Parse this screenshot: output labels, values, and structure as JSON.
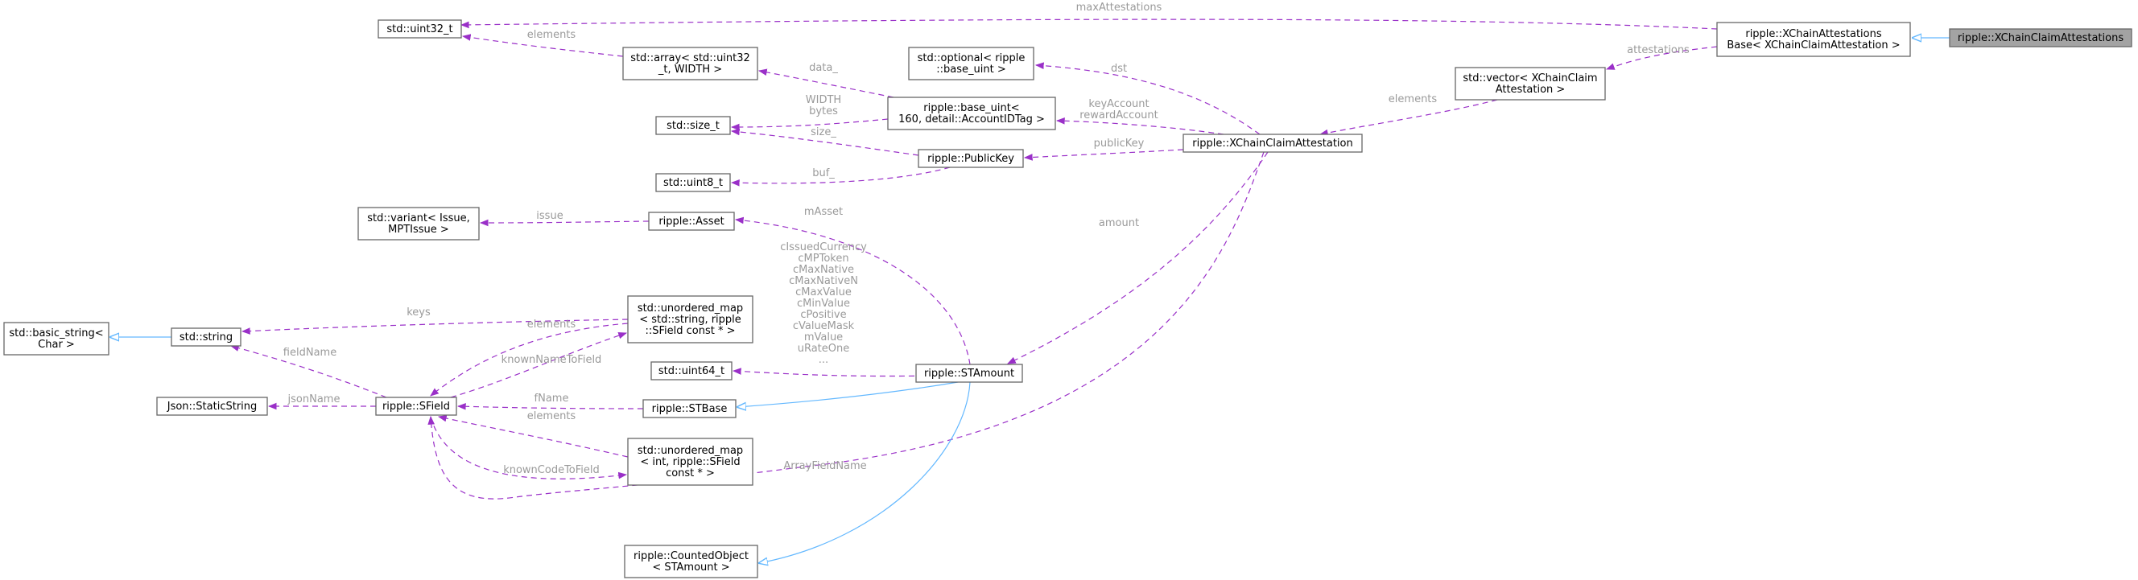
{
  "nodes": [
    {
      "id": "root",
      "lines": [
        "ripple::XChainClaimAttestations"
      ],
      "highlighted": true
    },
    {
      "id": "base",
      "lines": [
        "ripple::XChainAttestations",
        "Base< XChainClaimAttestation >"
      ]
    },
    {
      "id": "uint32",
      "lines": [
        "std::uint32_t"
      ]
    },
    {
      "id": "vector",
      "lines": [
        "std::vector< XChainClaim",
        "Attestation >"
      ]
    },
    {
      "id": "array",
      "lines": [
        "std::array< std::uint32",
        "_t, WIDTH >"
      ]
    },
    {
      "id": "optional",
      "lines": [
        "std::optional< ripple",
        "::base_uint >"
      ]
    },
    {
      "id": "attestation",
      "lines": [
        "ripple::XChainClaimAttestation"
      ]
    },
    {
      "id": "baseuint",
      "lines": [
        "ripple::base_uint<",
        " 160, detail::AccountIDTag >"
      ]
    },
    {
      "id": "sizet",
      "lines": [
        "std::size_t"
      ]
    },
    {
      "id": "publickey",
      "lines": [
        "ripple::PublicKey"
      ]
    },
    {
      "id": "uint8",
      "lines": [
        "std::uint8_t"
      ]
    },
    {
      "id": "variant",
      "lines": [
        "std::variant< Issue,",
        "MPTIssue >"
      ]
    },
    {
      "id": "asset",
      "lines": [
        "ripple::Asset"
      ]
    },
    {
      "id": "basicstring",
      "lines": [
        "std::basic_string<",
        "Char >"
      ]
    },
    {
      "id": "string",
      "lines": [
        "std::string"
      ]
    },
    {
      "id": "umap1",
      "lines": [
        "std::unordered_map",
        "< std::string, ripple",
        "::SField const * >"
      ]
    },
    {
      "id": "uint64",
      "lines": [
        "std::uint64_t"
      ]
    },
    {
      "id": "stamount",
      "lines": [
        "ripple::STAmount"
      ]
    },
    {
      "id": "staticstring",
      "lines": [
        "Json::StaticString"
      ]
    },
    {
      "id": "sfield",
      "lines": [
        "ripple::SField"
      ]
    },
    {
      "id": "stbase",
      "lines": [
        "ripple::STBase"
      ]
    },
    {
      "id": "umap2",
      "lines": [
        "std::unordered_map",
        "< int, ripple::SField",
        " const * >"
      ]
    },
    {
      "id": "counted",
      "lines": [
        "ripple::CountedObject",
        "< STAmount >"
      ]
    }
  ],
  "edges": [
    {
      "id": "e-root-base",
      "kind": "inherit",
      "from": "root",
      "to": "base",
      "label": []
    },
    {
      "id": "e-maxatt",
      "kind": "member",
      "from": "base",
      "to": "uint32",
      "label": [
        "maxAttestations"
      ]
    },
    {
      "id": "e-attestations",
      "kind": "member",
      "from": "base",
      "to": "vector",
      "label": [
        "attestations"
      ]
    },
    {
      "id": "e-vec-elements",
      "kind": "member",
      "from": "vector",
      "to": "attestation",
      "label": [
        "elements"
      ]
    },
    {
      "id": "e-arr-elements",
      "kind": "member",
      "from": "array",
      "to": "uint32",
      "label": [
        "elements"
      ]
    },
    {
      "id": "e-dst",
      "kind": "member",
      "from": "attestation",
      "to": "optional",
      "label": [
        "dst"
      ]
    },
    {
      "id": "e-keyaccount",
      "kind": "member",
      "from": "attestation",
      "to": "baseuint",
      "label": [
        "keyAccount",
        "rewardAccount"
      ]
    },
    {
      "id": "e-publickey",
      "kind": "member",
      "from": "attestation",
      "to": "publickey",
      "label": [
        "publicKey"
      ]
    },
    {
      "id": "e-amount",
      "kind": "member",
      "from": "attestation",
      "to": "stamount",
      "label": [
        "amount"
      ]
    },
    {
      "id": "e-arrayfieldname",
      "kind": "member",
      "from": "attestation",
      "to": "sfield",
      "label": [
        "ArrayFieldName"
      ]
    },
    {
      "id": "e-data",
      "kind": "member",
      "from": "baseuint",
      "to": "array",
      "label": [
        "data_"
      ]
    },
    {
      "id": "e-width",
      "kind": "member",
      "from": "baseuint",
      "to": "sizet",
      "label": [
        "WIDTH",
        "bytes"
      ]
    },
    {
      "id": "e-size",
      "kind": "member",
      "from": "publickey",
      "to": "sizet",
      "label": [
        "size_"
      ]
    },
    {
      "id": "e-buf",
      "kind": "member",
      "from": "publickey",
      "to": "uint8",
      "label": [
        "buf_"
      ]
    },
    {
      "id": "e-masset",
      "kind": "member",
      "from": "stamount",
      "to": "asset",
      "label": [
        "mAsset"
      ]
    },
    {
      "id": "e-issue",
      "kind": "member",
      "from": "asset",
      "to": "variant",
      "label": [
        "issue"
      ]
    },
    {
      "id": "e-string-basic",
      "kind": "inherit",
      "from": "string",
      "to": "basicstring",
      "label": []
    },
    {
      "id": "e-keys",
      "kind": "member",
      "from": "umap1",
      "to": "string",
      "label": [
        "keys"
      ]
    },
    {
      "id": "e-umap1-elements",
      "kind": "member",
      "from": "umap1",
      "to": "sfield",
      "label": [
        "elements"
      ]
    },
    {
      "id": "e-knownname",
      "kind": "member",
      "from": "sfield",
      "to": "umap1",
      "label": [
        "knownNameToField"
      ]
    },
    {
      "id": "e-fieldname",
      "kind": "member",
      "from": "sfield",
      "to": "string",
      "label": [
        "fieldName"
      ]
    },
    {
      "id": "e-jsonname",
      "kind": "member",
      "from": "sfield",
      "to": "staticstring",
      "label": [
        "jsonName"
      ]
    },
    {
      "id": "e-cconsts",
      "kind": "member",
      "from": "stamount",
      "to": "uint64",
      "label": [
        "cIssuedCurrency",
        "cMPToken",
        "cMaxNative",
        "cMaxNativeN",
        "cMaxValue",
        "cMinValue",
        "cPositive",
        "cValueMask",
        "mValue",
        "uRateOne",
        "..."
      ]
    },
    {
      "id": "e-stamount-stbase",
      "kind": "inherit",
      "from": "stamount",
      "to": "stbase",
      "label": []
    },
    {
      "id": "e-fname",
      "kind": "member",
      "from": "stbase",
      "to": "sfield",
      "label": [
        "fName"
      ]
    },
    {
      "id": "e-umap2-elements",
      "kind": "member",
      "from": "umap2",
      "to": "sfield",
      "label": [
        "elements"
      ]
    },
    {
      "id": "e-knowncode",
      "kind": "member",
      "from": "sfield",
      "to": "umap2",
      "label": [
        "knownCodeToField"
      ]
    },
    {
      "id": "e-stamount-counted",
      "kind": "inherit",
      "from": "stamount",
      "to": "counted",
      "label": []
    }
  ],
  "colors": {
    "member_edge": "#9a30c8",
    "inherit_edge": "#63b8ff",
    "highlight_fill": "#a3a3a3",
    "label_text": "#9a9a9a"
  }
}
